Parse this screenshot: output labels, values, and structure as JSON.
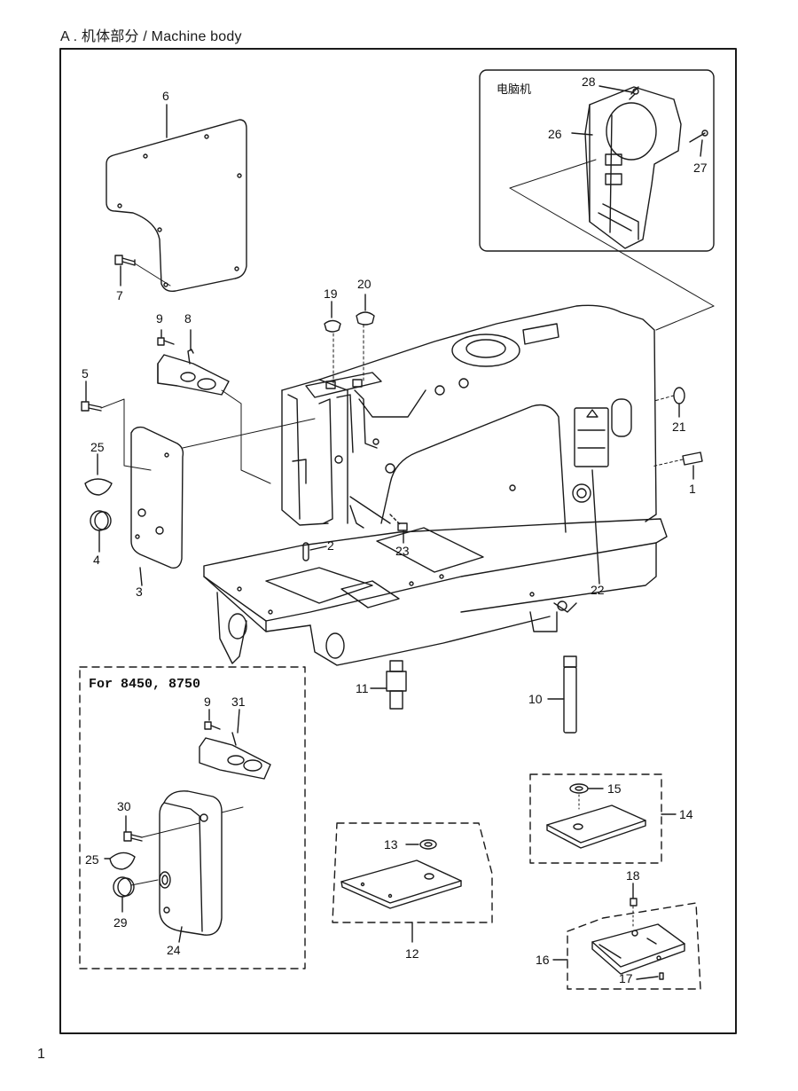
{
  "header": {
    "title": "A . 机体部分 / Machine body"
  },
  "footer": {
    "page_number": "1"
  },
  "insets": {
    "computer_machine": {
      "label": "电脑机"
    },
    "variant": {
      "label": "For  8450, 8750"
    }
  },
  "callouts": {
    "c1": "1",
    "c2": "2",
    "c3": "3",
    "c4": "4",
    "c5": "5",
    "c6": "6",
    "c7": "7",
    "c8": "8",
    "c9": "9",
    "c9b": "9",
    "c10": "10",
    "c11": "11",
    "c12": "12",
    "c13": "13",
    "c14": "14",
    "c15": "15",
    "c16": "16",
    "c17": "17",
    "c18": "18",
    "c19": "19",
    "c20": "20",
    "c21": "21",
    "c22": "22",
    "c23": "23",
    "c24": "24",
    "c25": "25",
    "c25b": "25",
    "c26": "26",
    "c27": "27",
    "c28": "28",
    "c29": "29",
    "c30": "30",
    "c31": "31"
  }
}
